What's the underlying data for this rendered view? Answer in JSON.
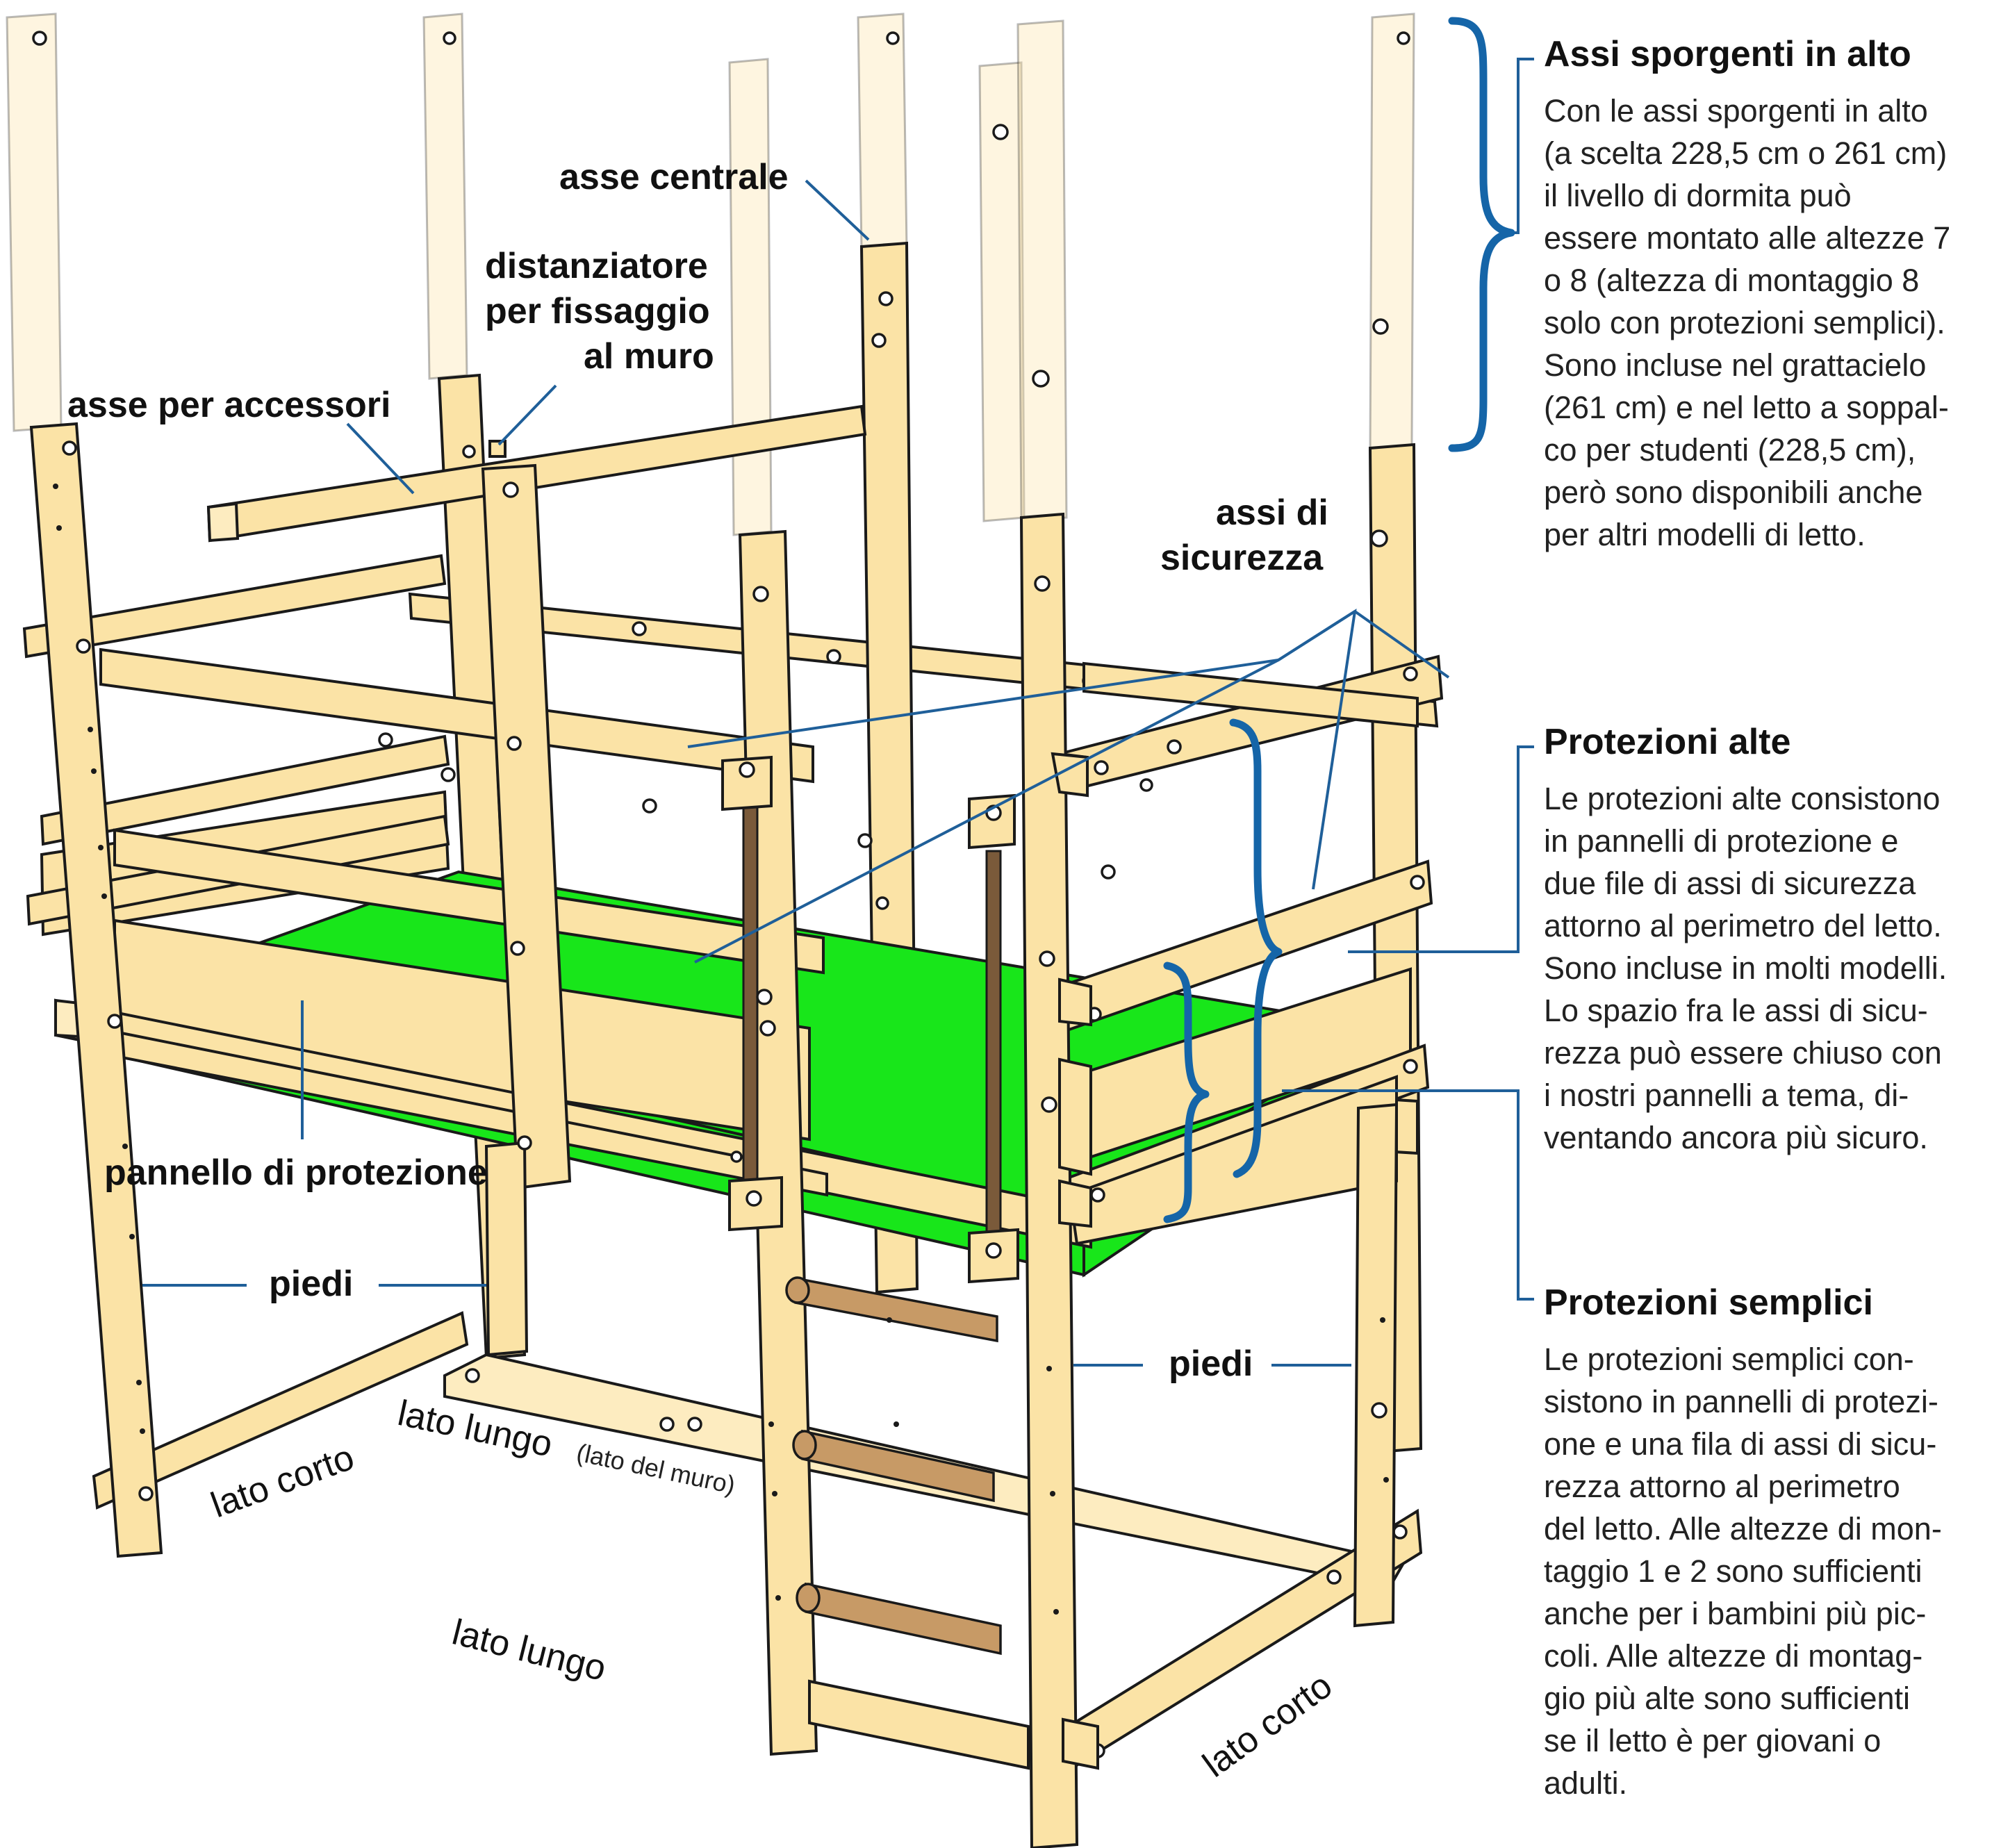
{
  "labels": {
    "asse_accessori": "asse per accessori",
    "distanziatore_1": "distanziatore",
    "distanziatore_2": "per fissaggio",
    "distanziatore_3": "al muro",
    "asse_centrale": "asse centrale",
    "assi_sicurezza_1": "assi di",
    "assi_sicurezza_2": "sicurezza",
    "pannello": "pannello di protezione",
    "piedi_left": "piedi",
    "piedi_right": "piedi",
    "lato_corto_left": "lato corto",
    "lato_lungo_wall": "lato lungo",
    "lato_del_muro": "(lato del muro)",
    "lato_lungo_front": "lato lungo",
    "lato_corto_right": "lato corto"
  },
  "sidebar": {
    "sections": [
      {
        "title": "Assi sporgenti in alto",
        "lines": [
          "Con le assi sporgenti in alto",
          "(a scelta 228,5 cm o 261 cm)",
          "il livello di dormita può",
          "essere montato alle altezze 7",
          "o 8 (altezza di montaggio 8",
          "solo con protezioni semplici).",
          "Sono incluse nel grattacielo",
          "(261 cm) e nel letto a soppal-",
          "co per studenti (228,5 cm),",
          "però sono disponibili anche",
          "per altri modelli di letto."
        ]
      },
      {
        "title": "Protezioni alte",
        "lines": [
          "Le protezioni alte consistono",
          "in pannelli di protezione e",
          "due file di assi di sicurezza",
          "attorno al perimetro del letto.",
          "Sono incluse in molti modelli.",
          "Lo spazio fra le assi di sicu-",
          "rezza può essere chiuso con",
          "i nostri pannelli a tema, di-",
          "ventando ancora più sicuro."
        ]
      },
      {
        "title": "Protezioni semplici",
        "lines": [
          "Le protezioni semplici con-",
          "sistono in pannelli di protezi-",
          "one e una fila di assi di sicu-",
          "rezza attorno al perimetro",
          "del letto. Alle altezze di mon-",
          "taggio 1 e 2 sono sufficienti",
          "anche per i bambini più pic-",
          "coli. Alle altezze di montag-",
          "gio più alte sono sufficienti",
          "se il letto è per giovani o",
          "adulti."
        ]
      }
    ]
  },
  "colors": {
    "wood": "#fbe3a6",
    "mattress": "#18e61a",
    "brace_blue": "#1565a8",
    "leader_blue": "#1f5f99"
  }
}
